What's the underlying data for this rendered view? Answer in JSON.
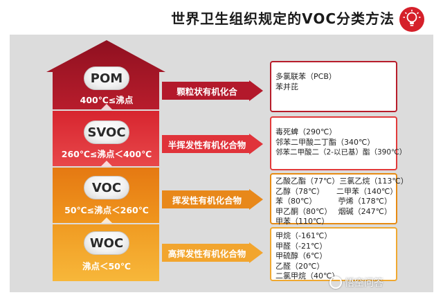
{
  "header": {
    "title": "世界卫生组织规定的VOC分类方法",
    "icon": "lightbulb-icon",
    "accent_color": "#d5202a"
  },
  "levels": [
    {
      "name": "POM",
      "range": "400℃≤沸点",
      "color": "#b3192b"
    },
    {
      "name": "SVOC",
      "range": "260℃≤沸点＜400℃",
      "color": "#e0333a"
    },
    {
      "name": "VOC",
      "range": "50℃≤沸点＜260℃",
      "color": "#e8881a"
    },
    {
      "name": "WOC",
      "range": "沸点＜50℃",
      "color": "#f2a52e"
    }
  ],
  "categories": [
    {
      "label": "颗粒状有机化合"
    },
    {
      "label": "半挥发性有机化合物"
    },
    {
      "label": "挥发性有机化合物"
    },
    {
      "label": "高挥发性有机化合物"
    }
  ],
  "examples": {
    "pom": [
      "多氯联苯（PCB）",
      "苯并芘"
    ],
    "svoc": [
      "毒死蜱（290℃）",
      "邻苯二甲酸二丁酯（340℃）",
      "邻苯二甲酸二（2-以已基）酯（390℃）"
    ],
    "voc": [
      [
        "乙酸乙酯（77℃）",
        "三氯乙烷（113℃）"
      ],
      [
        "乙醇（78℃）",
        "二甲苯（140℃）"
      ],
      [
        "苯（80℃）",
        "苧烯（178℃）"
      ],
      [
        "甲乙酮（80℃）",
        "烟碱（247℃）"
      ],
      [
        "甲苯（110℃）",
        ""
      ]
    ],
    "woc": [
      "甲烷（-161℃）",
      "甲醛（-21℃）",
      "甲硫醇（6℃）",
      "乙醛（20℃）",
      "二氯甲烷（40℃）"
    ]
  },
  "watermark": {
    "text": "悟空问答",
    "icon": "wukong-logo-icon"
  }
}
